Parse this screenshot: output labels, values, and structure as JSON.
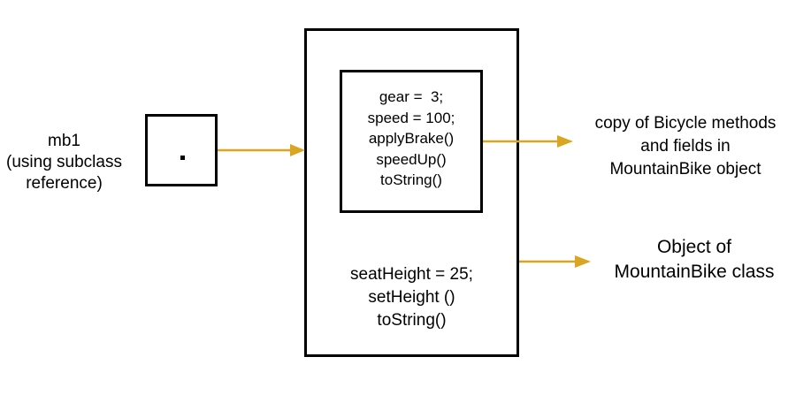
{
  "reference": {
    "label_lines": [
      "mb1",
      "(using subclass",
      "reference)"
    ],
    "box_content": "."
  },
  "object_box": {
    "inherited_members": [
      "gear =  3;",
      "speed = 100;",
      "applyBrake()",
      "speedUp()",
      "toString()"
    ],
    "own_members": [
      "seatHeight = 25;",
      "setHeight ()",
      "toString()"
    ]
  },
  "annotations": {
    "inherited_copy": [
      "copy of Bicycle methods",
      "and fields in",
      "MountainBike object"
    ],
    "object_label": [
      "Object of",
      "MountainBike class"
    ]
  },
  "colors": {
    "arrow": "#DAA520",
    "border": "#000000"
  }
}
